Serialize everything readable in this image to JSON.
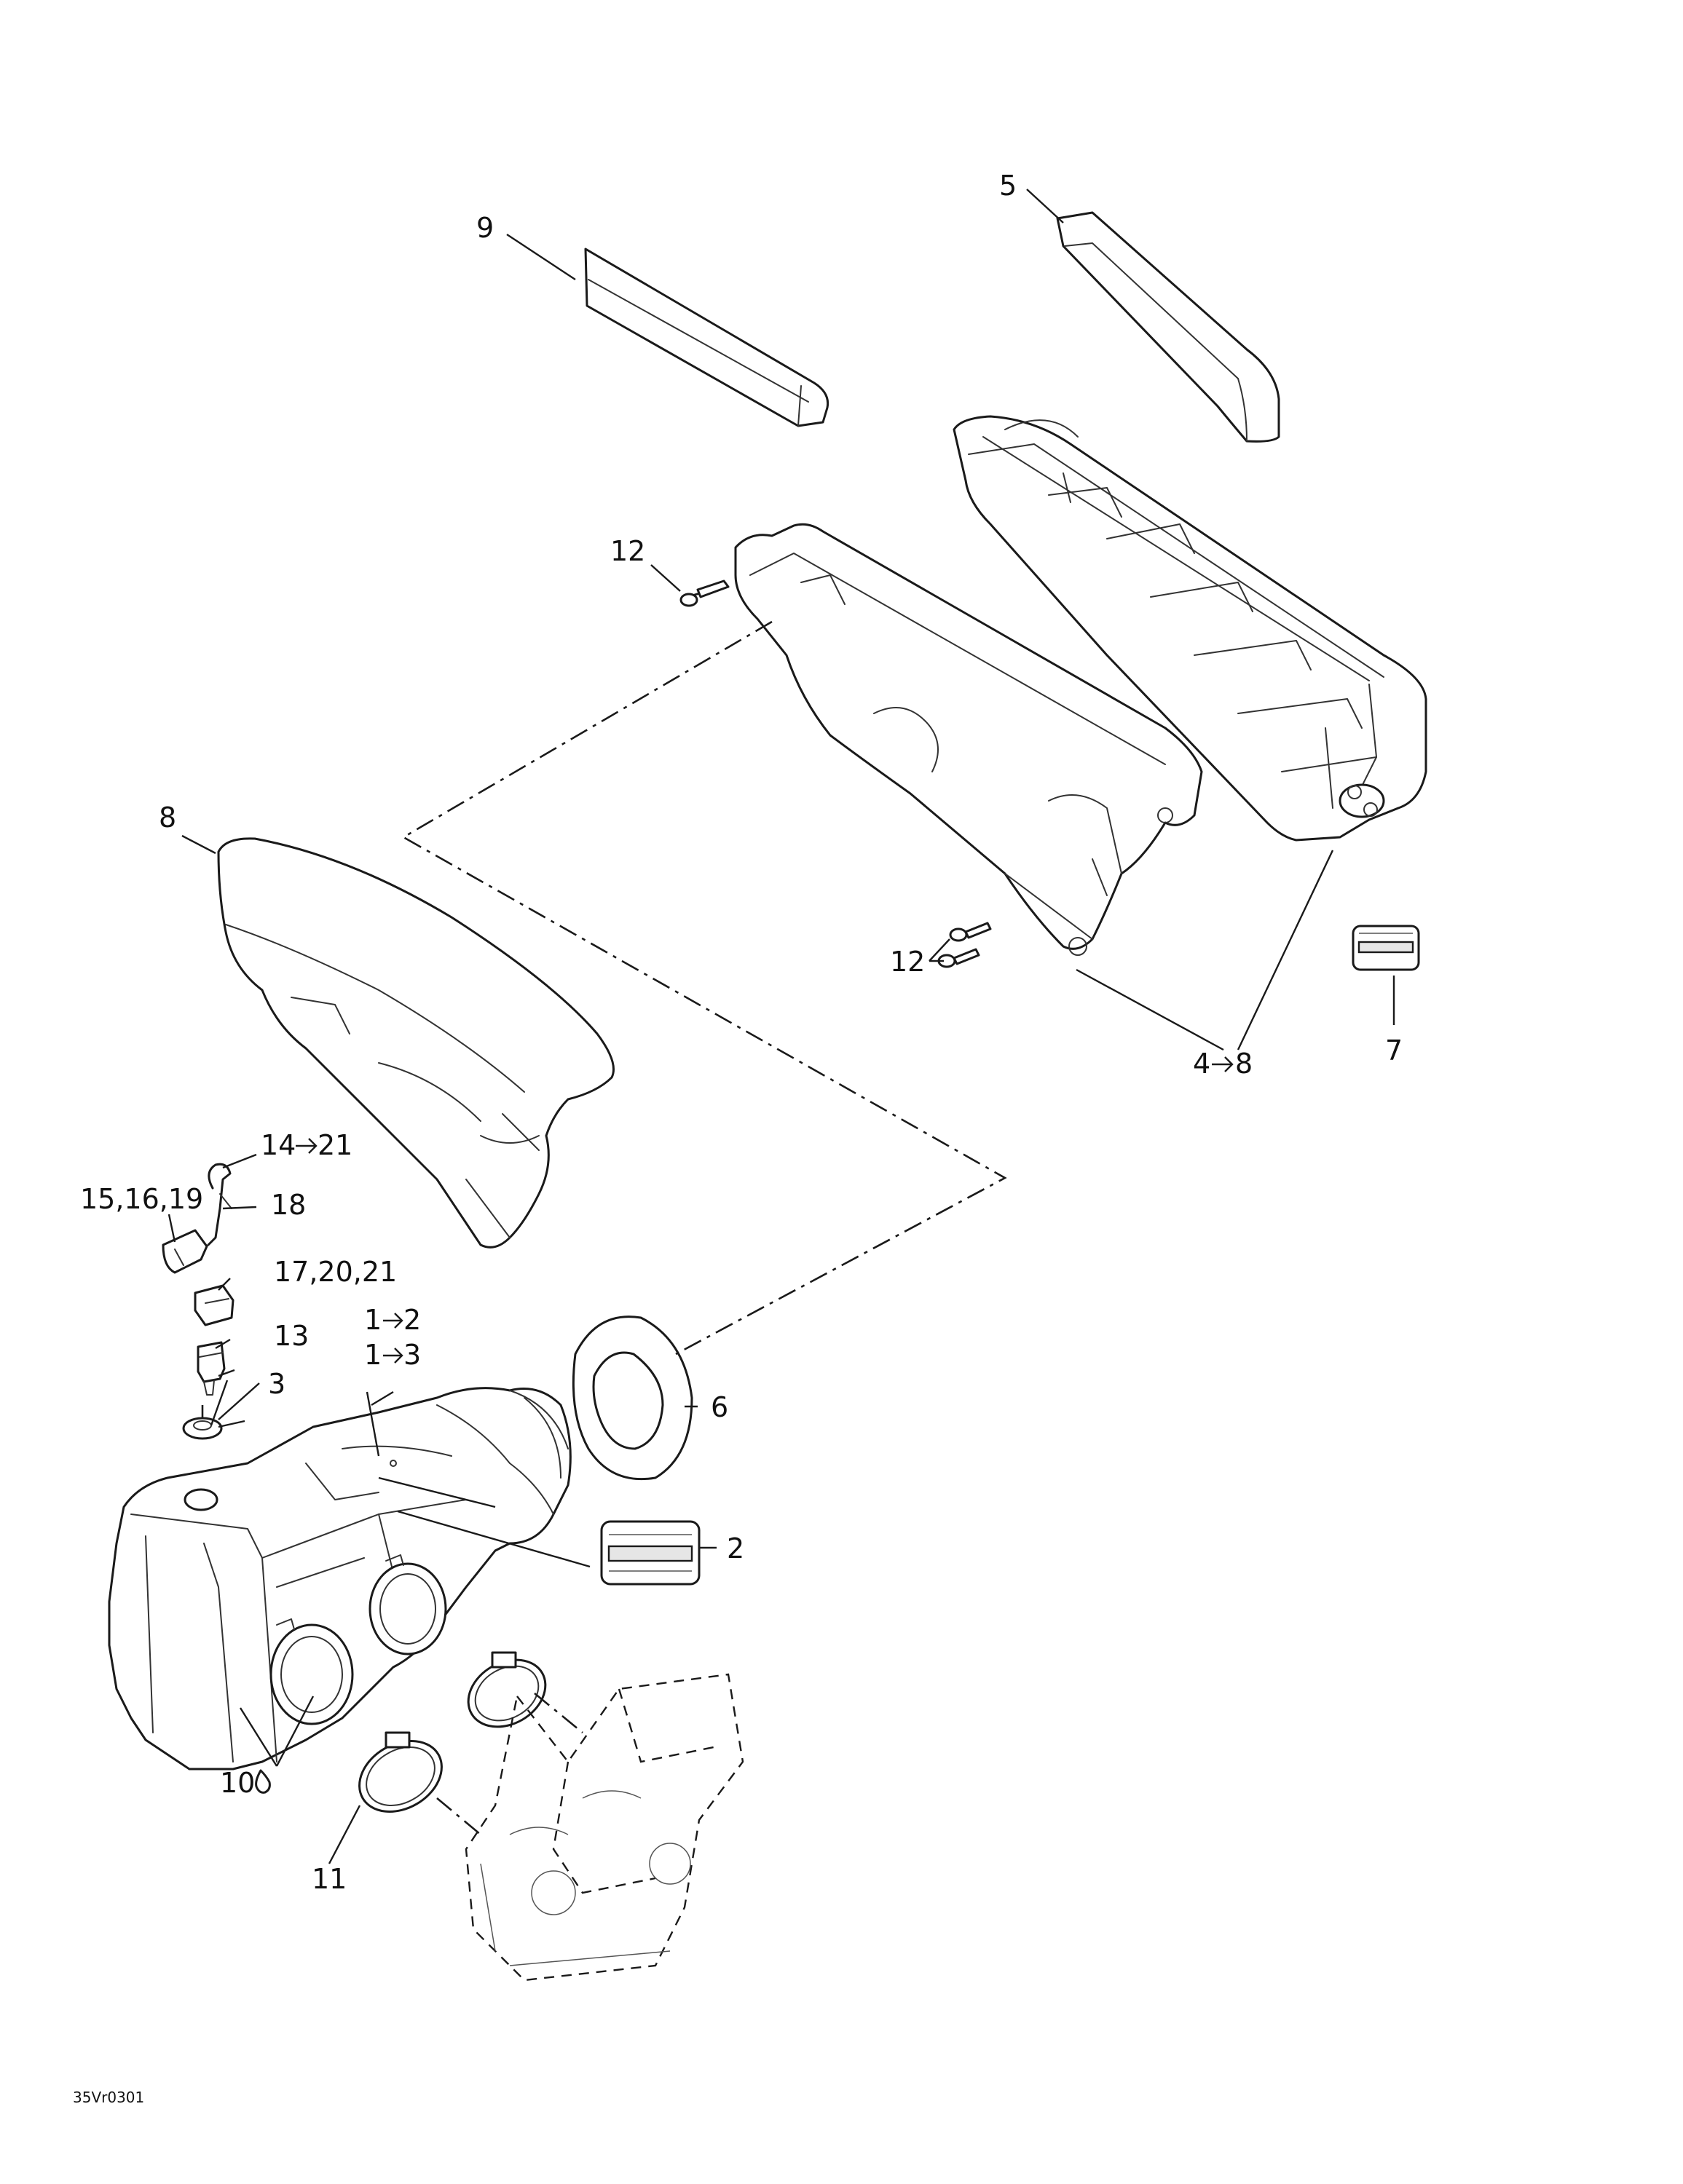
{
  "labels": {
    "l1": "9",
    "l2": "5",
    "l3": "12",
    "l4": "8",
    "l5": "12",
    "l6": "4",
    "l6b": "8",
    "l7": "7",
    "l8": "14",
    "l8b": "21",
    "l9": "15,16,19",
    "l10": "18",
    "l11": "17,20,21",
    "l12": "13",
    "l13": "1",
    "l13b": "2",
    "l14": "1",
    "l14b": "3",
    "l15": "3",
    "l16": "6",
    "l17": "2",
    "l18": "10",
    "l19": "11"
  },
  "drawing_code": "35Vr0301",
  "icons": {
    "range_arrow": "arrow-right-icon",
    "adhesive": "adhesive-drop-icon",
    "label_decal": "label-decal-icon"
  }
}
